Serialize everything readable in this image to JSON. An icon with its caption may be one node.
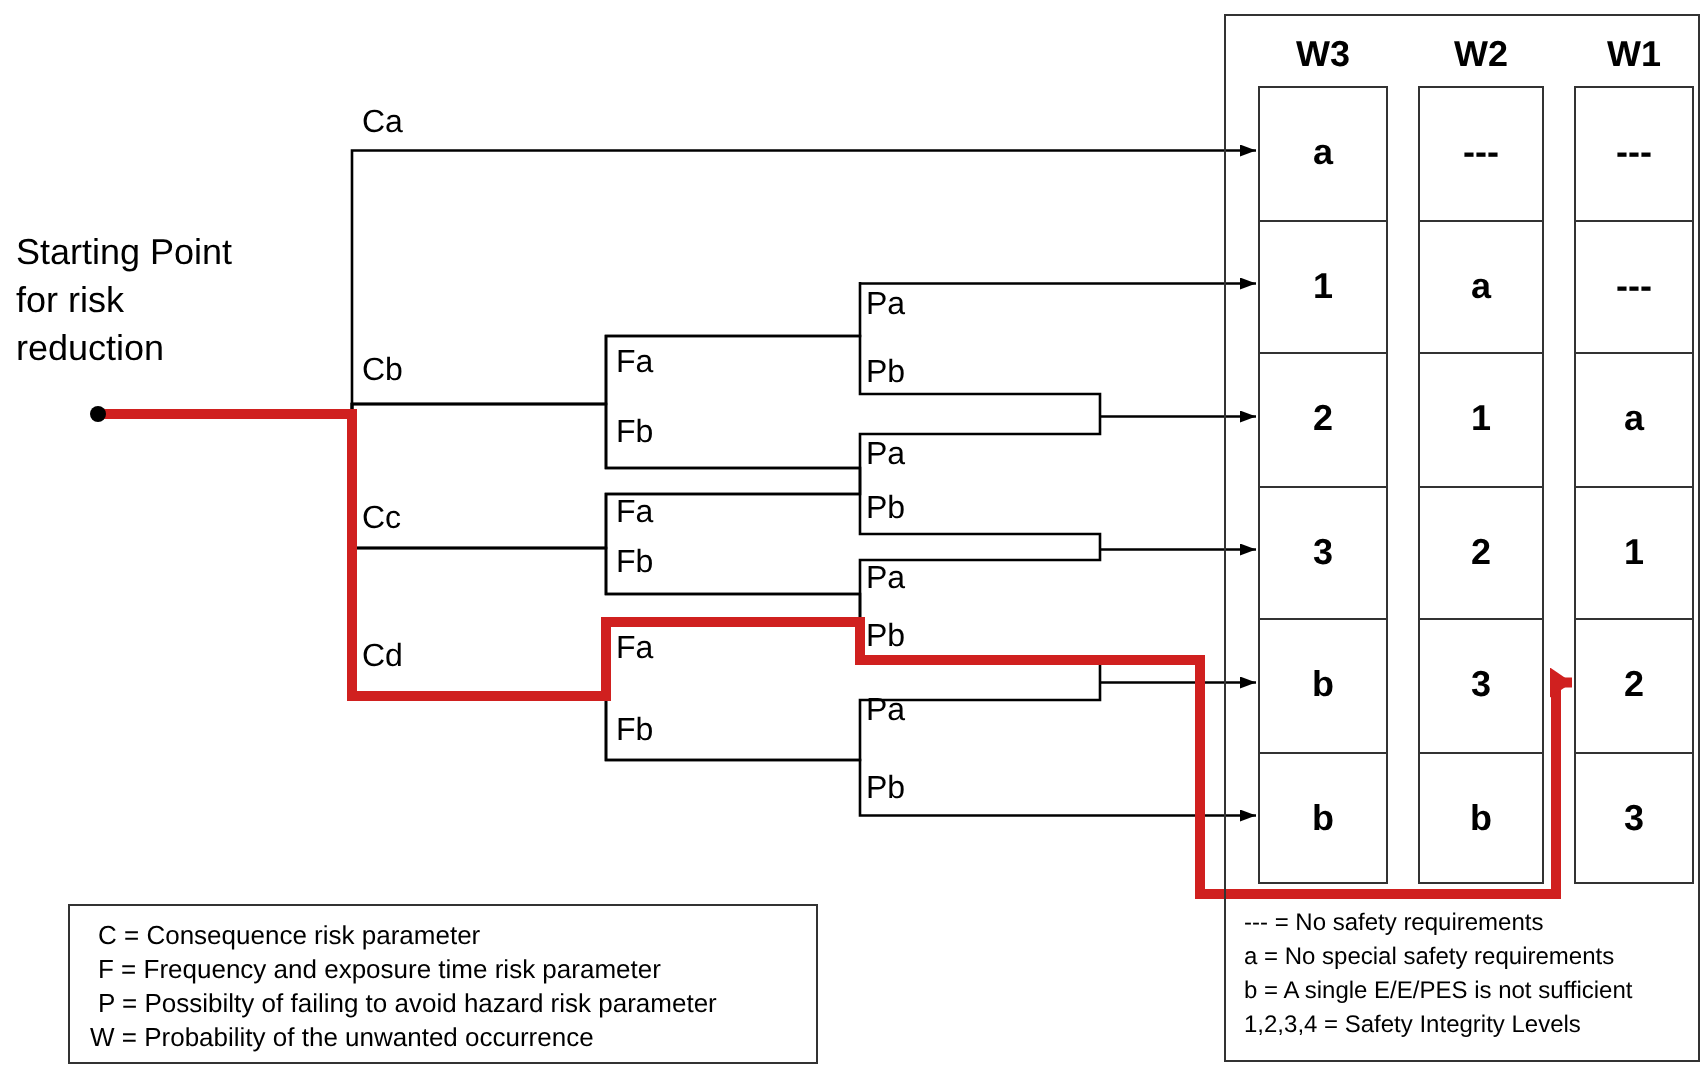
{
  "diagram": {
    "nodes": [
      {
        "text": [],
        "shape": "circle",
        "beside": [
          "Starting Point for risk reduction"
        ]
      },
      {
        "text": [
          "--- = No safety requirements",
          "a = No special safety requirements",
          "b = A single E/E/PES is not sufficient",
          "1,2,3,4 = Safety Integrity Levels"
        ]
      },
      {
        "text": [
          "W3"
        ],
        "in": 1
      },
      {
        "text": [
          "a"
        ],
        "in": 2
      },
      {
        "text": [
          "1"
        ],
        "in": 2
      },
      {
        "text": [
          "2"
        ],
        "in": 2
      },
      {
        "text": [
          "3"
        ],
        "in": 2
      },
      {
        "text": [
          "b"
        ],
        "in": 2
      },
      {
        "text": [
          "b"
        ],
        "in": 2
      },
      {
        "text": [
          "W2"
        ],
        "in": 1
      },
      {
        "text": [
          "---"
        ],
        "in": 9
      },
      {
        "text": [
          "a"
        ],
        "in": 9
      },
      {
        "text": [
          "1"
        ],
        "in": 9
      },
      {
        "text": [
          "2"
        ],
        "in": 9
      },
      {
        "text": [
          "3"
        ],
        "in": 9
      },
      {
        "text": [
          "b"
        ],
        "in": 9
      },
      {
        "text": [
          "W1"
        ],
        "in": 1
      },
      {
        "text": [
          "---"
        ],
        "in": 16
      },
      {
        "text": [
          "---"
        ],
        "in": 16
      },
      {
        "text": [
          "a"
        ],
        "in": 16
      },
      {
        "text": [
          "1"
        ],
        "in": 16
      },
      {
        "text": [
          "2"
        ],
        "in": 16
      },
      {
        "text": [
          "3"
        ],
        "in": 16
      },
      {
        "text": [
          "C = Consequence risk parameter",
          "F = Frequency and exposure time risk parameter",
          "P = Possibilty of failing to avoid hazard risk parameter",
          "W = Probability of the unwanted occurrence"
        ]
      }
    ],
    "edges": [
      {
        "from": 0,
        "to": 3,
        "arrow": "to"
      },
      {
        "from": 0,
        "to": 4,
        "arrow": "to"
      },
      {
        "from": 0,
        "to": 5,
        "arrow": "to"
      },
      {
        "from": 0,
        "to": 6,
        "arrow": "to"
      },
      {
        "from": 0,
        "to": 7,
        "arrow": "to"
      },
      {
        "from": 0,
        "to": 8,
        "arrow": "to"
      },
      {
        "from": 0,
        "to": 21,
        "arrow": "to",
        "style": "thick",
        "color": "#d0201f"
      }
    ],
    "labels": [
      "Ca",
      "Cb",
      "Cc",
      "Cd",
      "Fa",
      "Fb",
      "Fa",
      "Fb",
      "Fa",
      "Fb",
      "Pa",
      "Pb",
      "Pa",
      "Pb",
      "Pa",
      "Pb",
      "Pa",
      "Pb"
    ]
  }
}
